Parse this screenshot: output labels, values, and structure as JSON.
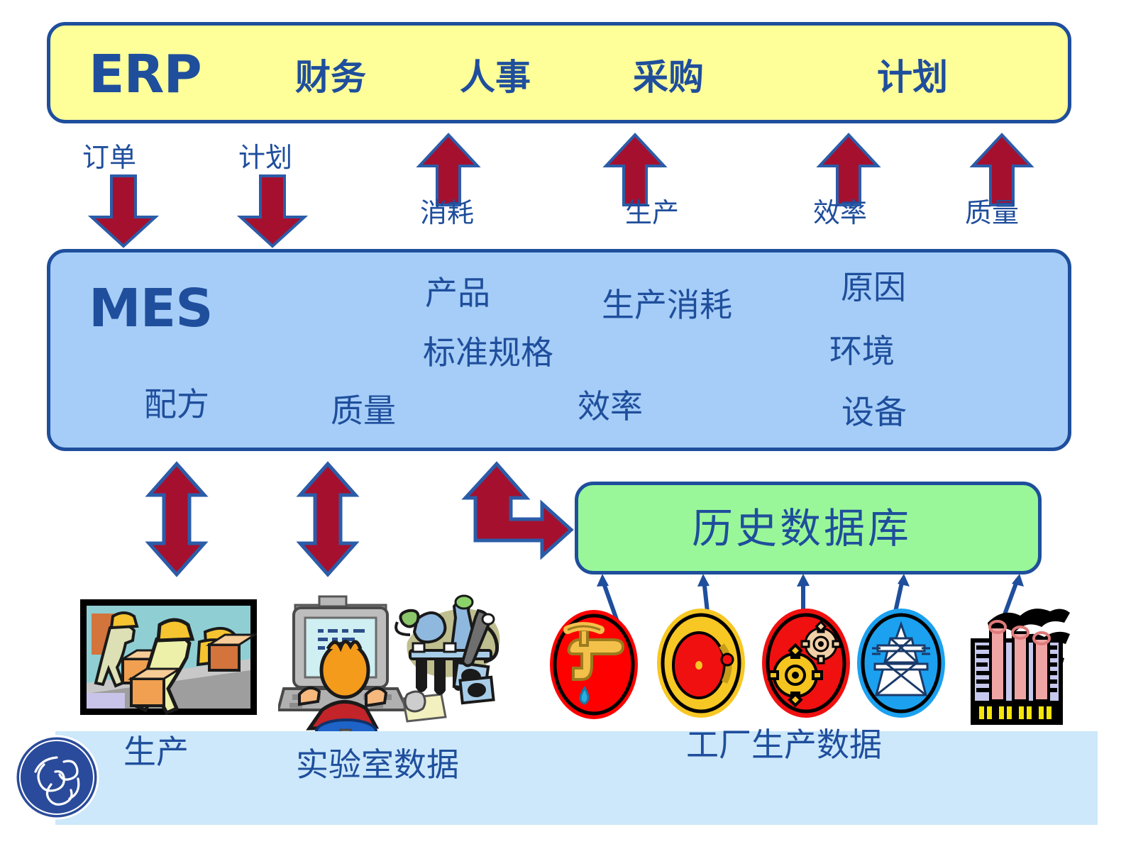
{
  "diagram": {
    "title_erp": "ERP",
    "title_mes": "MES",
    "historian_label": "历史数据库"
  },
  "erp": {
    "label": "ERP",
    "modules": [
      "财务",
      "人事",
      "采购",
      "计划"
    ]
  },
  "erp_mes_flows": [
    {
      "label": "订单",
      "direction": "down"
    },
    {
      "label": "计划",
      "direction": "down"
    },
    {
      "label": "消耗",
      "direction": "up"
    },
    {
      "label": "生产",
      "direction": "up"
    },
    {
      "label": "效率",
      "direction": "up"
    },
    {
      "label": "质量",
      "direction": "up"
    }
  ],
  "mes": {
    "label": "MES",
    "items": [
      "产品",
      "标准规格",
      "配方",
      "质量",
      "生产消耗",
      "效率",
      "原因",
      "环境",
      "设备"
    ]
  },
  "historian": {
    "label": "历史数据库"
  },
  "sources": [
    {
      "label": "生产",
      "icon": "production-line-icon"
    },
    {
      "label": "实验室数据",
      "icon": "lab-workstation-icon"
    },
    {
      "label": "工厂生产数据",
      "icon": "plant-data-icons"
    }
  ],
  "plant_icons": [
    {
      "name": "water-faucet-icon"
    },
    {
      "name": "valve-gauge-icon"
    },
    {
      "name": "gears-icon"
    },
    {
      "name": "power-tower-icon"
    },
    {
      "name": "factory-smokestack-icon"
    }
  ],
  "brand": {
    "name": "GE"
  },
  "colors": {
    "border_blue": "#1F4E9C",
    "erp_yellow": "#FFFF99",
    "mes_blue": "#A5CDF7",
    "historian_green": "#99F799",
    "arrow_red": "#A5102F",
    "arrow_stroke": "#2B5CA8",
    "band_blue": "#CCE8FA",
    "text_blue": "#1F4E9C"
  }
}
